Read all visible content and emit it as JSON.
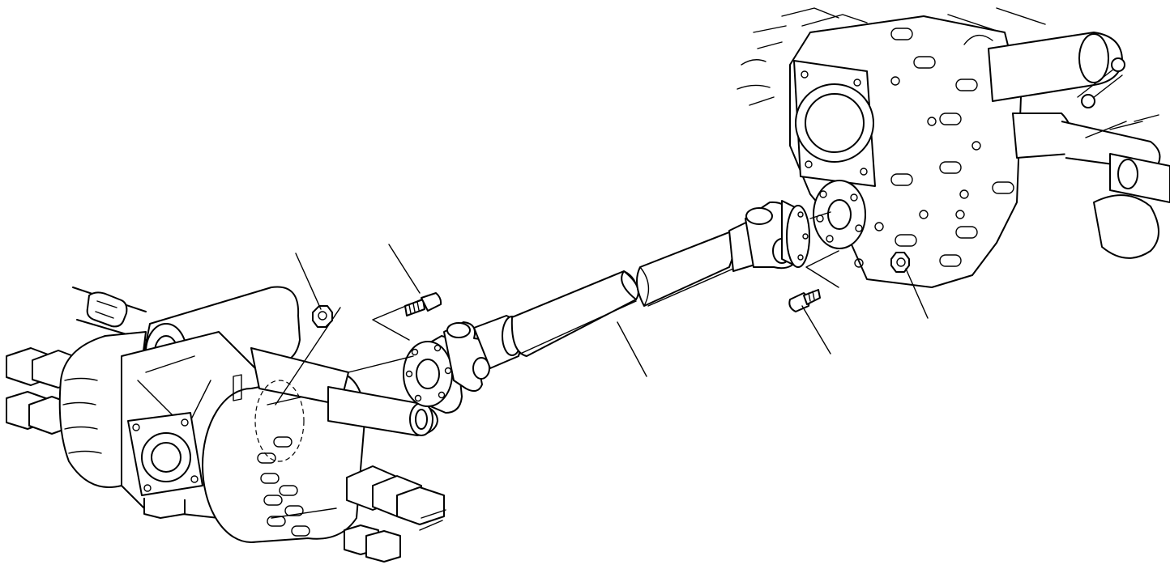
{
  "diagram": {
    "type": "exploded-parts-drawing",
    "parts": [
      {
        "id": "front-axle",
        "icon": "axle-assembly"
      },
      {
        "id": "transmission",
        "icon": "transmission-housing"
      },
      {
        "id": "drive-shaft",
        "icon": "propeller-shaft"
      },
      {
        "id": "bolt-left",
        "icon": "bolt"
      },
      {
        "id": "nut-left",
        "icon": "nut"
      },
      {
        "id": "bolt-right",
        "icon": "bolt"
      },
      {
        "id": "nut-right",
        "icon": "nut"
      }
    ],
    "callouts": 5,
    "line_color": "#000000",
    "background": "#ffffff"
  }
}
